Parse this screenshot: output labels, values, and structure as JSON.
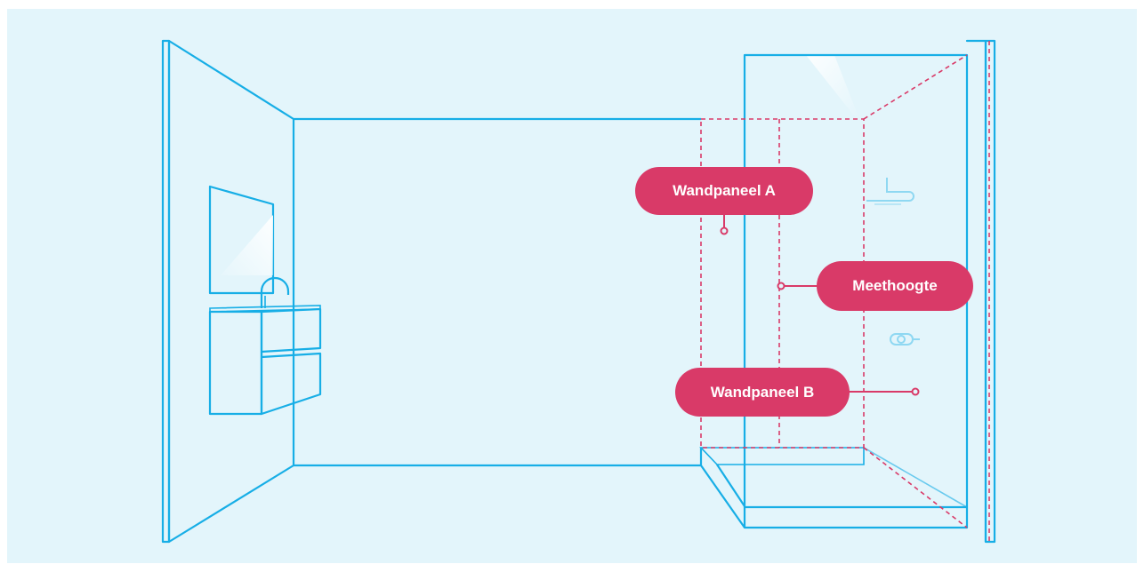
{
  "labels": {
    "panel_a": "Wandpaneel A",
    "measure_height": "Meethoogte",
    "panel_b": "Wandpaneel B"
  },
  "colors": {
    "background": "#e3f5fb",
    "outline": "#17aee6",
    "accent": "#d93a68",
    "label_text": "#ffffff"
  },
  "icons": [
    "sink-faucet-icon",
    "shower-head-icon",
    "shower-mixer-icon"
  ]
}
